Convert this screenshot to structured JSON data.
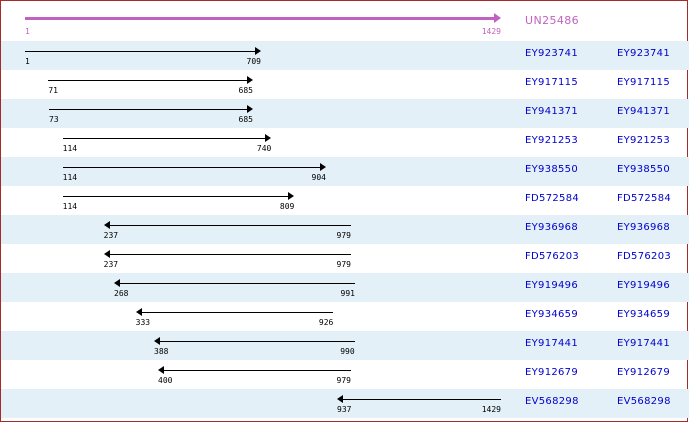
{
  "query": {
    "name": "UN25486",
    "start": 1,
    "end": 1429,
    "start_label": "1",
    "end_label": "1429",
    "color": "#c063c0",
    "strand": "plus"
  },
  "axis": {
    "min": 1,
    "max": 1429
  },
  "colors": {
    "border": "#a52a2a",
    "band": "#e3f0f7",
    "accession_text": "#0000cc",
    "hit_line": "#000000",
    "query_line": "#c063c0",
    "background": "#ffffff"
  },
  "hits": [
    {
      "accession": "EY923741",
      "accession2": "EY923741",
      "start": 1,
      "end": 709,
      "start_label": "1",
      "end_label": "709",
      "strand": "plus",
      "banded": true
    },
    {
      "accession": "EY917115",
      "accession2": "EY917115",
      "start": 71,
      "end": 685,
      "start_label": "71",
      "end_label": "685",
      "strand": "plus",
      "banded": false
    },
    {
      "accession": "EY941371",
      "accession2": "EY941371",
      "start": 73,
      "end": 685,
      "start_label": "73",
      "end_label": "685",
      "strand": "plus",
      "banded": true
    },
    {
      "accession": "EY921253",
      "accession2": "EY921253",
      "start": 114,
      "end": 740,
      "start_label": "114",
      "end_label": "740",
      "strand": "plus",
      "banded": false
    },
    {
      "accession": "EY938550",
      "accession2": "EY938550",
      "start": 114,
      "end": 904,
      "start_label": "114",
      "end_label": "904",
      "strand": "plus",
      "banded": true
    },
    {
      "accession": "FD572584",
      "accession2": "FD572584",
      "start": 114,
      "end": 809,
      "start_label": "114",
      "end_label": "809",
      "strand": "plus",
      "banded": false
    },
    {
      "accession": "EY936968",
      "accession2": "EY936968",
      "start": 237,
      "end": 979,
      "start_label": "237",
      "end_label": "979",
      "strand": "minus",
      "banded": true
    },
    {
      "accession": "FD576203",
      "accession2": "FD576203",
      "start": 237,
      "end": 979,
      "start_label": "237",
      "end_label": "979",
      "strand": "minus",
      "banded": false
    },
    {
      "accession": "EY919496",
      "accession2": "EY919496",
      "start": 268,
      "end": 991,
      "start_label": "268",
      "end_label": "991",
      "strand": "minus",
      "banded": true
    },
    {
      "accession": "EY934659",
      "accession2": "EY934659",
      "start": 333,
      "end": 926,
      "start_label": "333",
      "end_label": "926",
      "strand": "minus",
      "banded": false
    },
    {
      "accession": "EY917441",
      "accession2": "EY917441",
      "start": 388,
      "end": 990,
      "start_label": "388",
      "end_label": "990",
      "strand": "minus",
      "banded": true
    },
    {
      "accession": "EY912679",
      "accession2": "EY912679",
      "start": 400,
      "end": 979,
      "start_label": "400",
      "end_label": "979",
      "strand": "minus",
      "banded": false
    },
    {
      "accession": "EV568298",
      "accession2": "EV568298",
      "start": 937,
      "end": 1429,
      "start_label": "937",
      "end_label": "1429",
      "strand": "minus",
      "banded": true
    }
  ]
}
